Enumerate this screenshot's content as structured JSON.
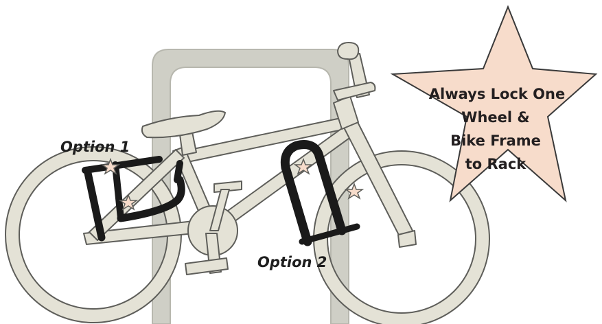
{
  "labels": {
    "option1": "Option 1",
    "option2": "Option 2"
  },
  "star_badge": {
    "lines": [
      "Always Lock One",
      "Wheel &",
      "Bike Frame",
      "to Rack"
    ]
  },
  "colors": {
    "bike_fill": "#e4e2d6",
    "bike_outline": "#5e5e5a",
    "rack_fill": "#cfcfc6",
    "lock_black": "#1a1a1a",
    "star_fill": "#f7dccb",
    "star_outline": "#3a3a3a",
    "marker_star": "#f7dccb"
  }
}
